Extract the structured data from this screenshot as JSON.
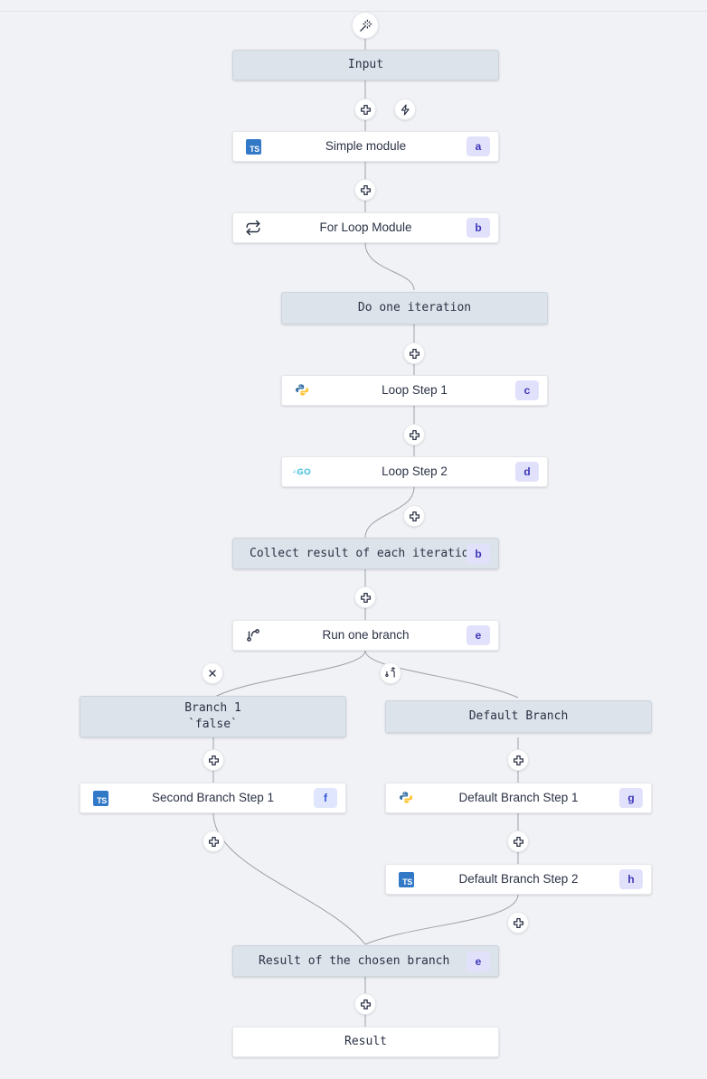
{
  "canvas": {
    "background": "#f1f2f5",
    "grey_node_color": "#dde3ea",
    "white_node_color": "#ffffff",
    "edge_color": "#9ca0aa",
    "badge_bg": "#e1e1fb",
    "badge_fg": "#3c36b8"
  },
  "nodes": {
    "trigger": {
      "icon": "magic-wand-icon"
    },
    "input": {
      "label": "Input"
    },
    "simple_module": {
      "label": "Simple module",
      "badge": "a",
      "icon": "typescript-logo-icon"
    },
    "for_loop_module": {
      "label": "For Loop Module",
      "badge": "b",
      "icon": "repeat-loop-icon"
    },
    "do_one_iteration": {
      "label": "Do one iteration"
    },
    "loop_step_1": {
      "label": "Loop Step 1",
      "badge": "c",
      "icon": "python-logo-icon"
    },
    "loop_step_2": {
      "label": "Loop Step 2",
      "badge": "d",
      "icon": "go-logo-icon"
    },
    "collect_result": {
      "label": "Collect result of each iteration",
      "badge": "b"
    },
    "run_one_branch": {
      "label": "Run one branch",
      "badge": "e",
      "icon": "branch-fork-icon"
    },
    "branch_1": {
      "label": "Branch 1\n`false`"
    },
    "default_branch": {
      "label": "Default Branch"
    },
    "second_branch_step_1": {
      "label": "Second Branch Step 1",
      "badge": "f",
      "icon": "typescript-logo-icon"
    },
    "default_branch_step_1": {
      "label": "Default Branch Step 1",
      "badge": "g",
      "icon": "python-logo-icon"
    },
    "default_branch_step_2": {
      "label": "Default Branch Step 2",
      "badge": "h",
      "icon": "typescript-logo-icon"
    },
    "result_of_chosen_branch": {
      "label": "Result of the chosen branch",
      "badge": "e"
    },
    "result": {
      "label": "Result"
    }
  },
  "handles": {
    "add_after_input": {
      "icon": "plus-icon"
    },
    "trigger_bolt": {
      "icon": "lightning-bolt-icon"
    },
    "add_after_simple_module": {
      "icon": "plus-icon"
    },
    "add_after_do_one_iteration": {
      "icon": "plus-icon"
    },
    "add_after_loop_step_1": {
      "icon": "plus-icon"
    },
    "add_after_loop_step_2": {
      "icon": "plus-icon"
    },
    "add_after_collect_result": {
      "icon": "plus-icon"
    },
    "remove_branch": {
      "icon": "close-x-icon"
    },
    "add_branch": {
      "icon": "branch-plus-icon"
    },
    "add_after_branch_1": {
      "icon": "plus-icon"
    },
    "add_after_default_branch": {
      "icon": "plus-icon"
    },
    "add_after_second_branch_step_1": {
      "icon": "plus-icon"
    },
    "add_after_default_branch_step_1": {
      "icon": "plus-icon"
    },
    "add_after_default_branch_step_2": {
      "icon": "plus-icon"
    },
    "add_after_result_of_chosen_branch": {
      "icon": "plus-icon"
    }
  },
  "logos": {
    "typescript_text": "TS"
  }
}
